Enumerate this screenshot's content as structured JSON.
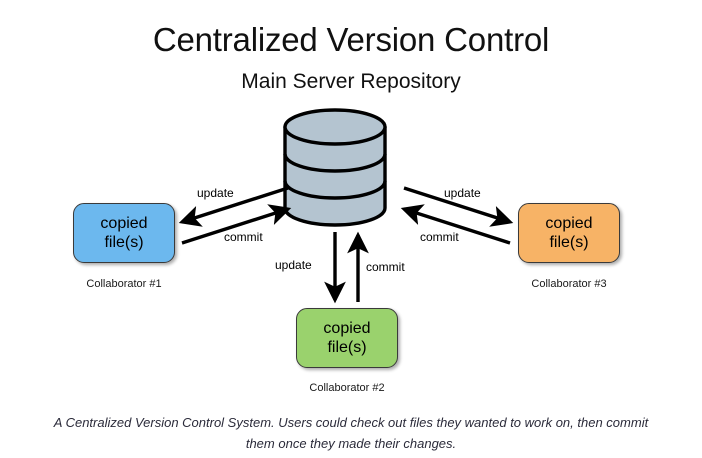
{
  "diagram": {
    "title": "Centralized Version Control",
    "subtitle": "Main Server Repository",
    "server": {
      "icon": "database-cylinder",
      "fill_color": "#b4c4d0",
      "stroke_color": "#000000"
    },
    "nodes": [
      {
        "id": "collaborator-1",
        "line1": "copied",
        "line2": "file(s)",
        "caption": "Collaborator #1",
        "color": "#6cb8ee",
        "position": "left"
      },
      {
        "id": "collaborator-2",
        "line1": "copied",
        "line2": "file(s)",
        "caption": "Collaborator #2",
        "color": "#9ad26d",
        "position": "bottom"
      },
      {
        "id": "collaborator-3",
        "line1": "copied",
        "line2": "file(s)",
        "caption": "Collaborator #3",
        "color": "#f7b366",
        "position": "right"
      }
    ],
    "arrows": [
      {
        "id": "left-update",
        "label": "update",
        "direction": "server-to-collaborator-1"
      },
      {
        "id": "left-commit",
        "label": "commit",
        "direction": "collaborator-1-to-server"
      },
      {
        "id": "right-update",
        "label": "update",
        "direction": "server-to-collaborator-3"
      },
      {
        "id": "right-commit",
        "label": "commit",
        "direction": "collaborator-3-to-server"
      },
      {
        "id": "down-update",
        "label": "update",
        "direction": "server-to-collaborator-2"
      },
      {
        "id": "up-commit",
        "label": "commit",
        "direction": "collaborator-2-to-server"
      }
    ],
    "caption": "A Centralized Version Control System. Users could check out files they wanted to work on, then commit them once they made their changes."
  }
}
